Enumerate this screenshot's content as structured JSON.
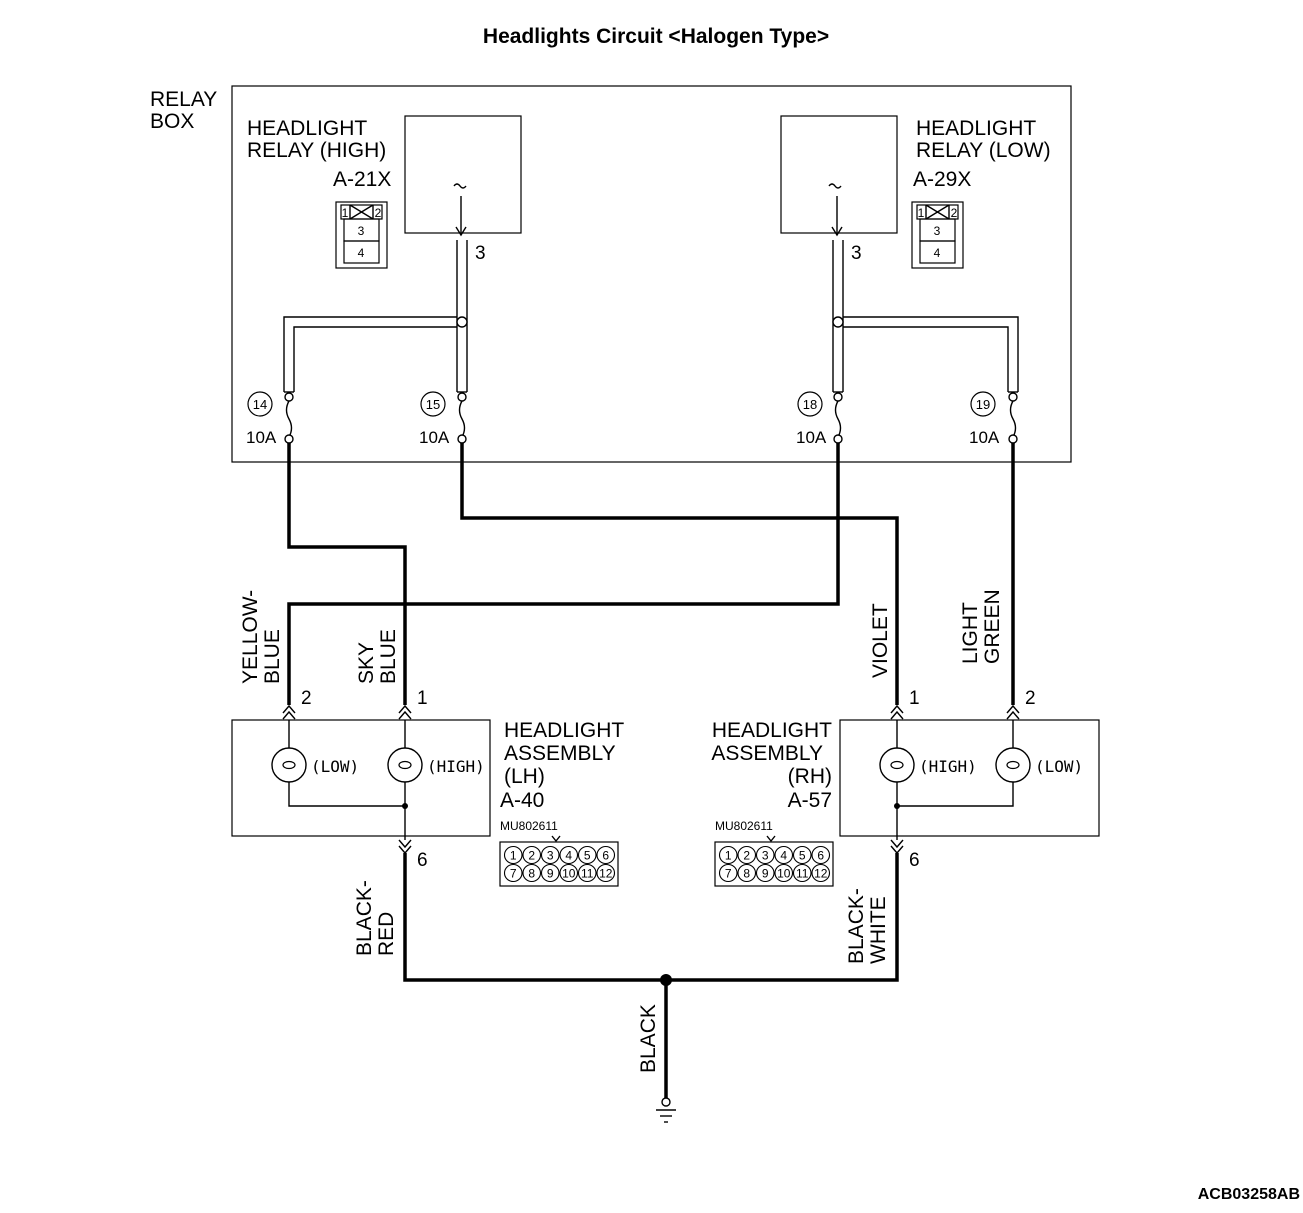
{
  "title": "Headlights Circuit <Halogen Type>",
  "relay_box": {
    "label_line1": "RELAY",
    "label_line2": "BOX"
  },
  "relay_high": {
    "name_line1": "HEADLIGHT",
    "name_line2": "RELAY (HIGH)",
    "connector": "A-21X",
    "terminal": "3",
    "pins": [
      "1",
      "2",
      "3",
      "4"
    ]
  },
  "relay_low": {
    "name_line1": "HEADLIGHT",
    "name_line2": "RELAY (LOW)",
    "connector": "A-29X",
    "terminal": "3",
    "pins": [
      "1",
      "2",
      "3",
      "4"
    ]
  },
  "fuses": [
    {
      "number": "14",
      "rating": "10A"
    },
    {
      "number": "15",
      "rating": "10A"
    },
    {
      "number": "18",
      "rating": "10A"
    },
    {
      "number": "19",
      "rating": "10A"
    }
  ],
  "wires": {
    "yellow_blue": [
      "YELLOW-",
      "BLUE"
    ],
    "sky_blue": [
      "SKY",
      "BLUE"
    ],
    "violet": [
      "VIOLET"
    ],
    "light_green": [
      "LIGHT",
      "GREEN"
    ],
    "black_red": [
      "BLACK-",
      "RED"
    ],
    "black_white": [
      "BLACK-",
      "WHITE"
    ],
    "black": [
      "BLACK"
    ]
  },
  "headlight_lh": {
    "name_line1": "HEADLIGHT",
    "name_line2": "ASSEMBLY",
    "name_line3": "(LH)",
    "connector": "A-40",
    "part_number": "MU802611",
    "low_label": "(LOW)",
    "high_label": "(HIGH)",
    "pin_low": "2",
    "pin_high": "1",
    "pin_ground": "6"
  },
  "headlight_rh": {
    "name_line1": "HEADLIGHT",
    "name_line2": "ASSEMBLY",
    "name_line3": "(RH)",
    "connector": "A-57",
    "part_number": "MU802611",
    "low_label": "(LOW)",
    "high_label": "(HIGH)",
    "pin_low": "2",
    "pin_high": "1",
    "pin_ground": "6"
  },
  "connector_pins": [
    "1",
    "2",
    "3",
    "4",
    "5",
    "6",
    "7",
    "8",
    "9",
    "10",
    "11",
    "12"
  ],
  "figure_code": "ACB03258AB"
}
